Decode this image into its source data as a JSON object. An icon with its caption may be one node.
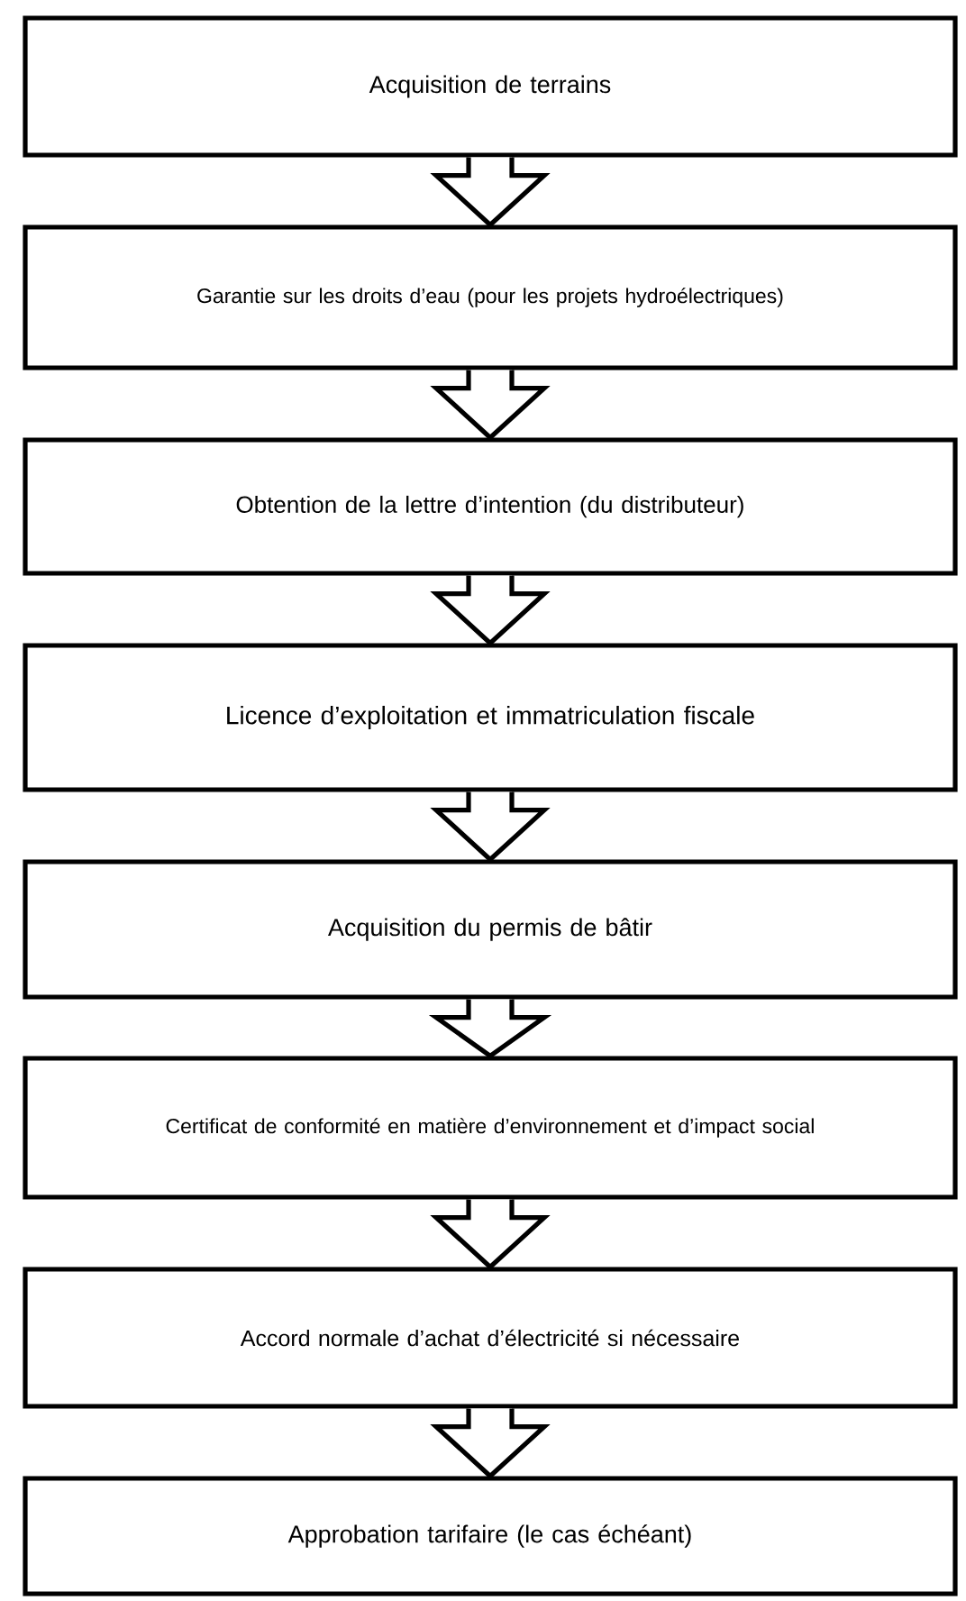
{
  "diagram": {
    "nodes": [
      {
        "text": [
          "Acquisition de terrains"
        ]
      },
      {
        "text": [
          "Garantie sur les droits d’eau (pour les projets hydroélectriques)"
        ]
      },
      {
        "text": [
          "Obtention de la lettre d’intention (du distributeur)"
        ]
      },
      {
        "text": [
          "Licence d’exploitation et immatriculation fiscale"
        ]
      },
      {
        "text": [
          "Acquisition du permis de bâtir"
        ]
      },
      {
        "text": [
          "Certificat de conformité en matière d’environnement et d’impact social"
        ]
      },
      {
        "text": [
          "Accord normale d’achat d’électricité si nécessaire"
        ]
      },
      {
        "text": [
          "Approbation tarifaire (le cas échéant)"
        ]
      }
    ],
    "edges": [
      {
        "from": 0,
        "to": 1,
        "arrow": "to"
      },
      {
        "from": 1,
        "to": 2,
        "arrow": "to"
      },
      {
        "from": 2,
        "to": 3,
        "arrow": "to"
      },
      {
        "from": 3,
        "to": 4,
        "arrow": "to"
      },
      {
        "from": 4,
        "to": 5,
        "arrow": "to"
      },
      {
        "from": 5,
        "to": 6,
        "arrow": "to"
      },
      {
        "from": 6,
        "to": 7,
        "arrow": "to"
      }
    ]
  }
}
